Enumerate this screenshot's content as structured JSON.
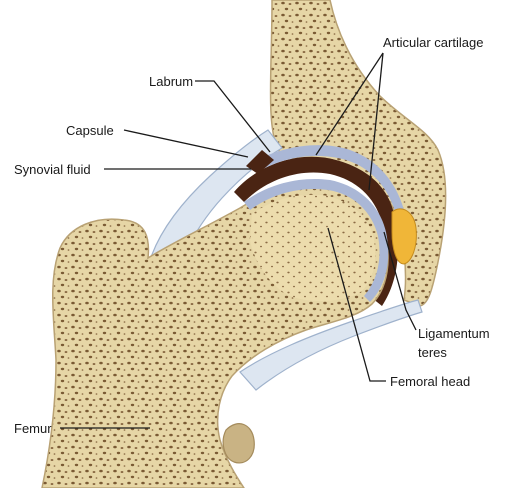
{
  "diagram": {
    "labels": {
      "articular_cartilage": "Articular cartilage",
      "labrum": "Labrum",
      "capsule": "Capsule",
      "synovial_fluid": "Synovial fluid",
      "ligamentum_teres_line1": "Ligamentum",
      "ligamentum_teres_line2": "teres",
      "femoral_head": "Femoral head",
      "femur": "Femur"
    },
    "colors": {
      "bone": "#e6d6a6",
      "bone_edge": "#b9a274",
      "pore": "#7a5a34",
      "cartilage": "#aab7d6",
      "synovial_cavity": "#4a2413",
      "capsule": "#dde6f1",
      "capsule_edge": "#9fb2cc",
      "fat_pad": "#f0b638",
      "leader_line": "#1a1a1a"
    }
  }
}
